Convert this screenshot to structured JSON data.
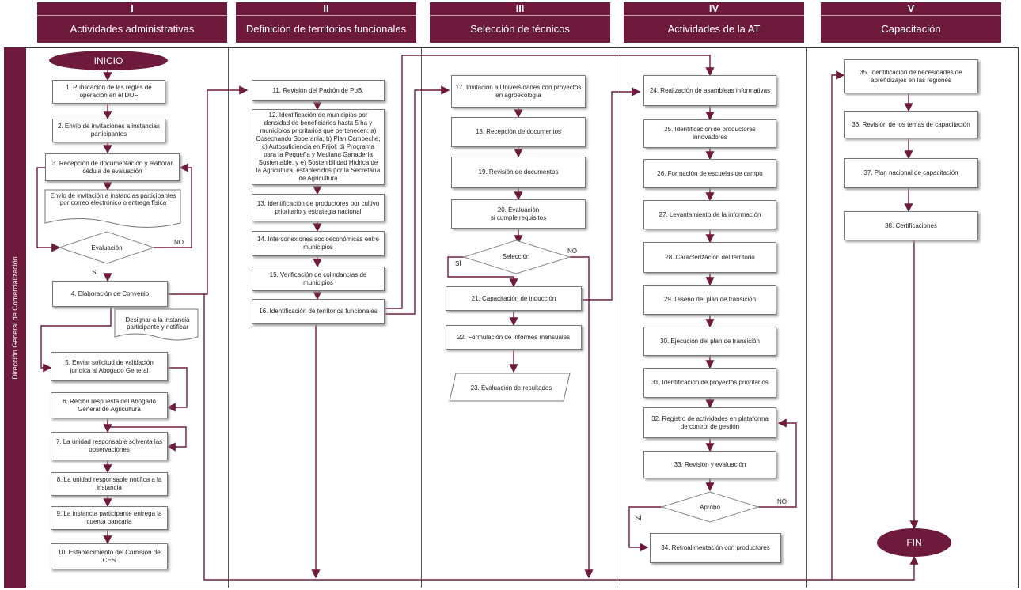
{
  "lanes": [
    {
      "num": "I",
      "title": "Actividades administrativas"
    },
    {
      "num": "II",
      "title": "Definición de territorios funcionales"
    },
    {
      "num": "III",
      "title": "Selección de técnicos"
    },
    {
      "num": "IV",
      "title": "Actividades de la AT"
    },
    {
      "num": "V",
      "title": "Capacitación"
    }
  ],
  "side_label": "Dirección General de Comercialización",
  "start": "INICIO",
  "end": "FIN",
  "col1": {
    "s1": "1. Publicación de las reglas de operación en el DOF",
    "s2": "2. Envío de invitaciones a instancias participantes",
    "s3": "3. Recepción de documentación y elaborar cédula de evaluación",
    "doc1": "Envío de invitación a instancias participantes por correo electrónico o entrega física",
    "eval": "Evaluación",
    "no": "NO",
    "si": "SÍ",
    "s4": "4. Elaboración de Convenio",
    "doc2": "Designar a la instancia participante y notificar",
    "s5": "5. Enviar solicitud de validación jurídica al Abogado General",
    "s6": "6. Recibir respuesta del Abogado General de Agricultura",
    "s7": "7. La unidad responsable solventa las observaciones",
    "s8": "8. La unidad responsable notifica a la instancia",
    "s9": "9. La instancia participante entrega la cuenta bancaria",
    "s10": "10. Establecimiento del Comisión de CES"
  },
  "col2": {
    "s11": "11. Revisión del Padrón de PpB.",
    "s12": "12. Identificación de municipios por densidad de beneficiarios hasta 5 ha y municipios prioritarios que pertenecen: a) Cosechando Soberanía; b) Plan Campeche; c) Autosuficiencia en Frijol; d) Programa para la Pequeña y Mediana Ganadería Sustentable, y e) Sostenibilidad Hídrica de la Agricultura, establecidos por la Secretaría de Agricultura",
    "s13": "13. Identificación de productores por cultivo prioritario y estrategia nacional",
    "s14": "14. Interconexiones socioeconómicas entre municipios",
    "s15": "15. Verificación de colindancias de municipios",
    "s16": "16. Identificación de territorios funcionales"
  },
  "col3": {
    "s17": "17. Invitación a Universidades con proyectos en agroecología",
    "s18": "18. Recepción de documentos",
    "s19": "19. Revisión de documentos",
    "s20a": "20. Evaluación",
    "s20b": "si cumple requisitos",
    "sel": "Selección",
    "no": "NO",
    "si": "SÍ",
    "s21": "21. Capacitación de inducción",
    "s22": "22. Formulación de informes mensuales",
    "s23": "23. Evaluación de resultados"
  },
  "col4": {
    "s24": "24. Realización de asambleas informativas",
    "s25": "25. Identificación de productores innovadores",
    "s26": "26. Formación de escuelas de campo",
    "s27": "27. Levantamiento de la información",
    "s28": "28. Caracterización del territorio",
    "s29": "29. Diseño del plan de transición",
    "s30": "30. Ejecución del plan de transición",
    "s31": "31. Identificación de proyectos prioritarios",
    "s32": "32. Registro de actividades en plataforma de control de gestión",
    "s33": "33. Revisión y evaluación",
    "aprob": "Aprobó",
    "no": "NO",
    "si": "SÍ",
    "s34": "34. Retroalimentación con productores"
  },
  "col5": {
    "s35": "35. Identificación de necesidades de aprendizajes en las regiones",
    "s36": "36. Revisión de los temas de capacitación",
    "s37": "37. Plan nacional de capacitación",
    "s38": "38. Certificaciones"
  },
  "colors": {
    "accent": "#6e1a3c",
    "line": "#6e1a3c"
  }
}
